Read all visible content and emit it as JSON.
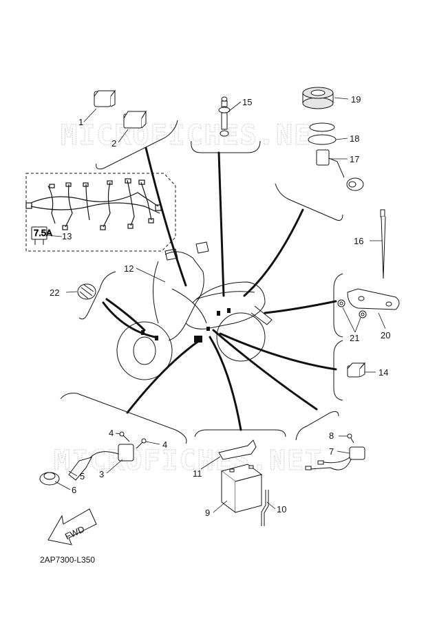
{
  "diagram_code": "2AP7300-L350",
  "watermark": "MICROFICHES.NET",
  "fwd_label": "FWD",
  "fuse_label": "7.5A",
  "callouts": {
    "c1": "1",
    "c2": "2",
    "c3": "3",
    "c4a": "4",
    "c4b": "4",
    "c5": "5",
    "c6": "6",
    "c7": "7",
    "c8": "8",
    "c9": "9",
    "c10": "10",
    "c11": "11",
    "c12": "12",
    "c13": "13",
    "c14": "14",
    "c15": "15",
    "c16": "16",
    "c17": "17",
    "c18": "18",
    "c19": "19",
    "c20": "20",
    "c21": "21",
    "c22": "22"
  }
}
